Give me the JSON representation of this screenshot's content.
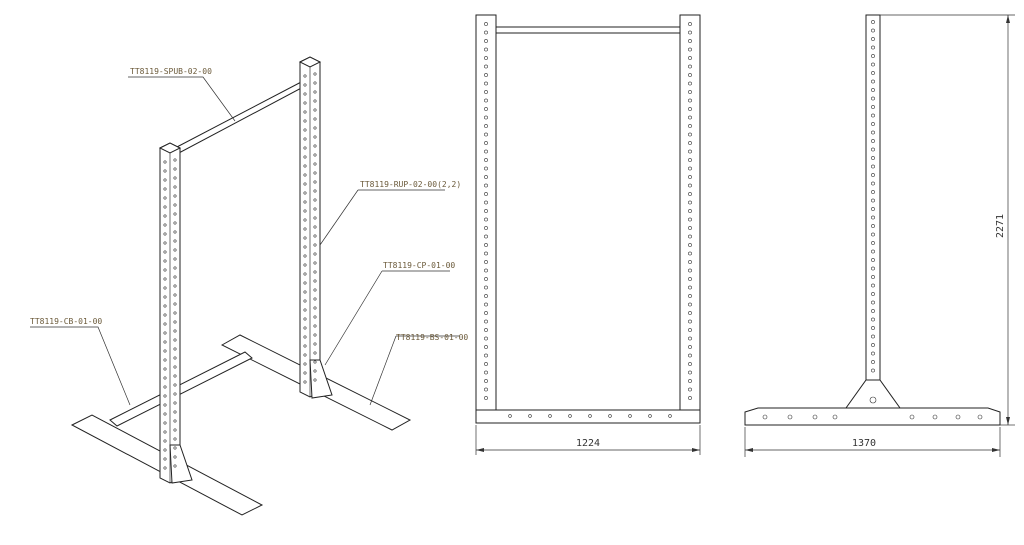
{
  "labels": {
    "bar": "TT8119-SPUB-02-00",
    "upright": "TT8119-RUP-02-00(2,2)",
    "plate": "TT8119-CP-01-00",
    "crossbar": "TT8119-CB-01-00",
    "base": "TT8119-BS-01-00"
  },
  "dimensions": {
    "front_width": "1224",
    "side_depth": "1370",
    "height": "2271"
  }
}
